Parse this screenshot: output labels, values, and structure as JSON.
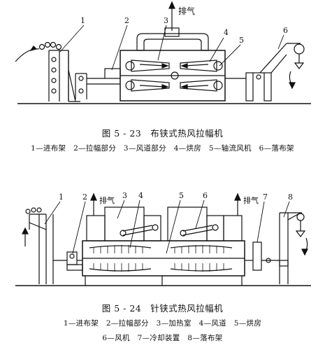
{
  "figure1": {
    "caption": "图 5 - 23　布铗式热风拉幅机",
    "legend": "1—进布架　2—拉幅部分　3—风道部分　4—烘房　5—轴流风机　6—落布架",
    "exhaust": "排气",
    "labels": [
      "1",
      "2",
      "3",
      "4",
      "5",
      "6"
    ]
  },
  "figure2": {
    "caption": "图 5 - 24　针铗式热风拉幅机",
    "legend_line1": "1—进布架　2—拉幅部分　3—加热室　4—风道　5—烘房",
    "legend_line2": "6—风机　7—冷却装置　8—落布架",
    "exhaust_left": "排气",
    "exhaust_right": "排气",
    "labels": [
      "1",
      "2",
      "3",
      "4",
      "5",
      "6",
      "7",
      "8"
    ]
  }
}
